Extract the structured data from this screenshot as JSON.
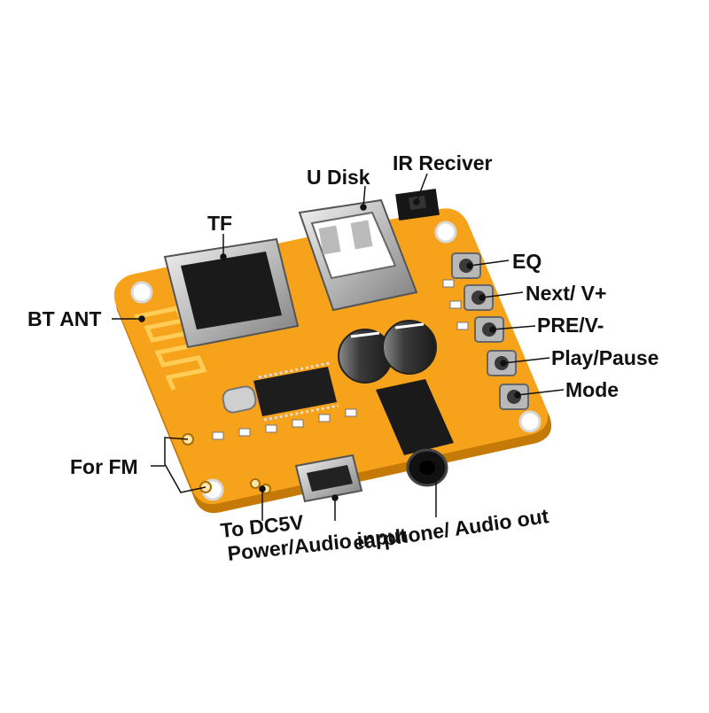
{
  "labels": {
    "ir": "IR Reciver",
    "udisk": "U Disk",
    "tf": "TF",
    "bt_ant": "BT ANT",
    "eq": "EQ",
    "next": "Next/ V+",
    "pre": "PRE/V-",
    "play": "Play/Pause",
    "mode": "Mode",
    "fm": "For FM",
    "dc5v": "To DC5V",
    "power": "Power/Audio input",
    "earphone": "earphone/ Audio out"
  },
  "colors": {
    "pcb": "#f7a21b",
    "pcb_dark": "#d9860c",
    "silkscreen": "#ffffff",
    "metal": "#c9c9c9",
    "chip": "#1d1d1d",
    "leader": "#111111"
  }
}
